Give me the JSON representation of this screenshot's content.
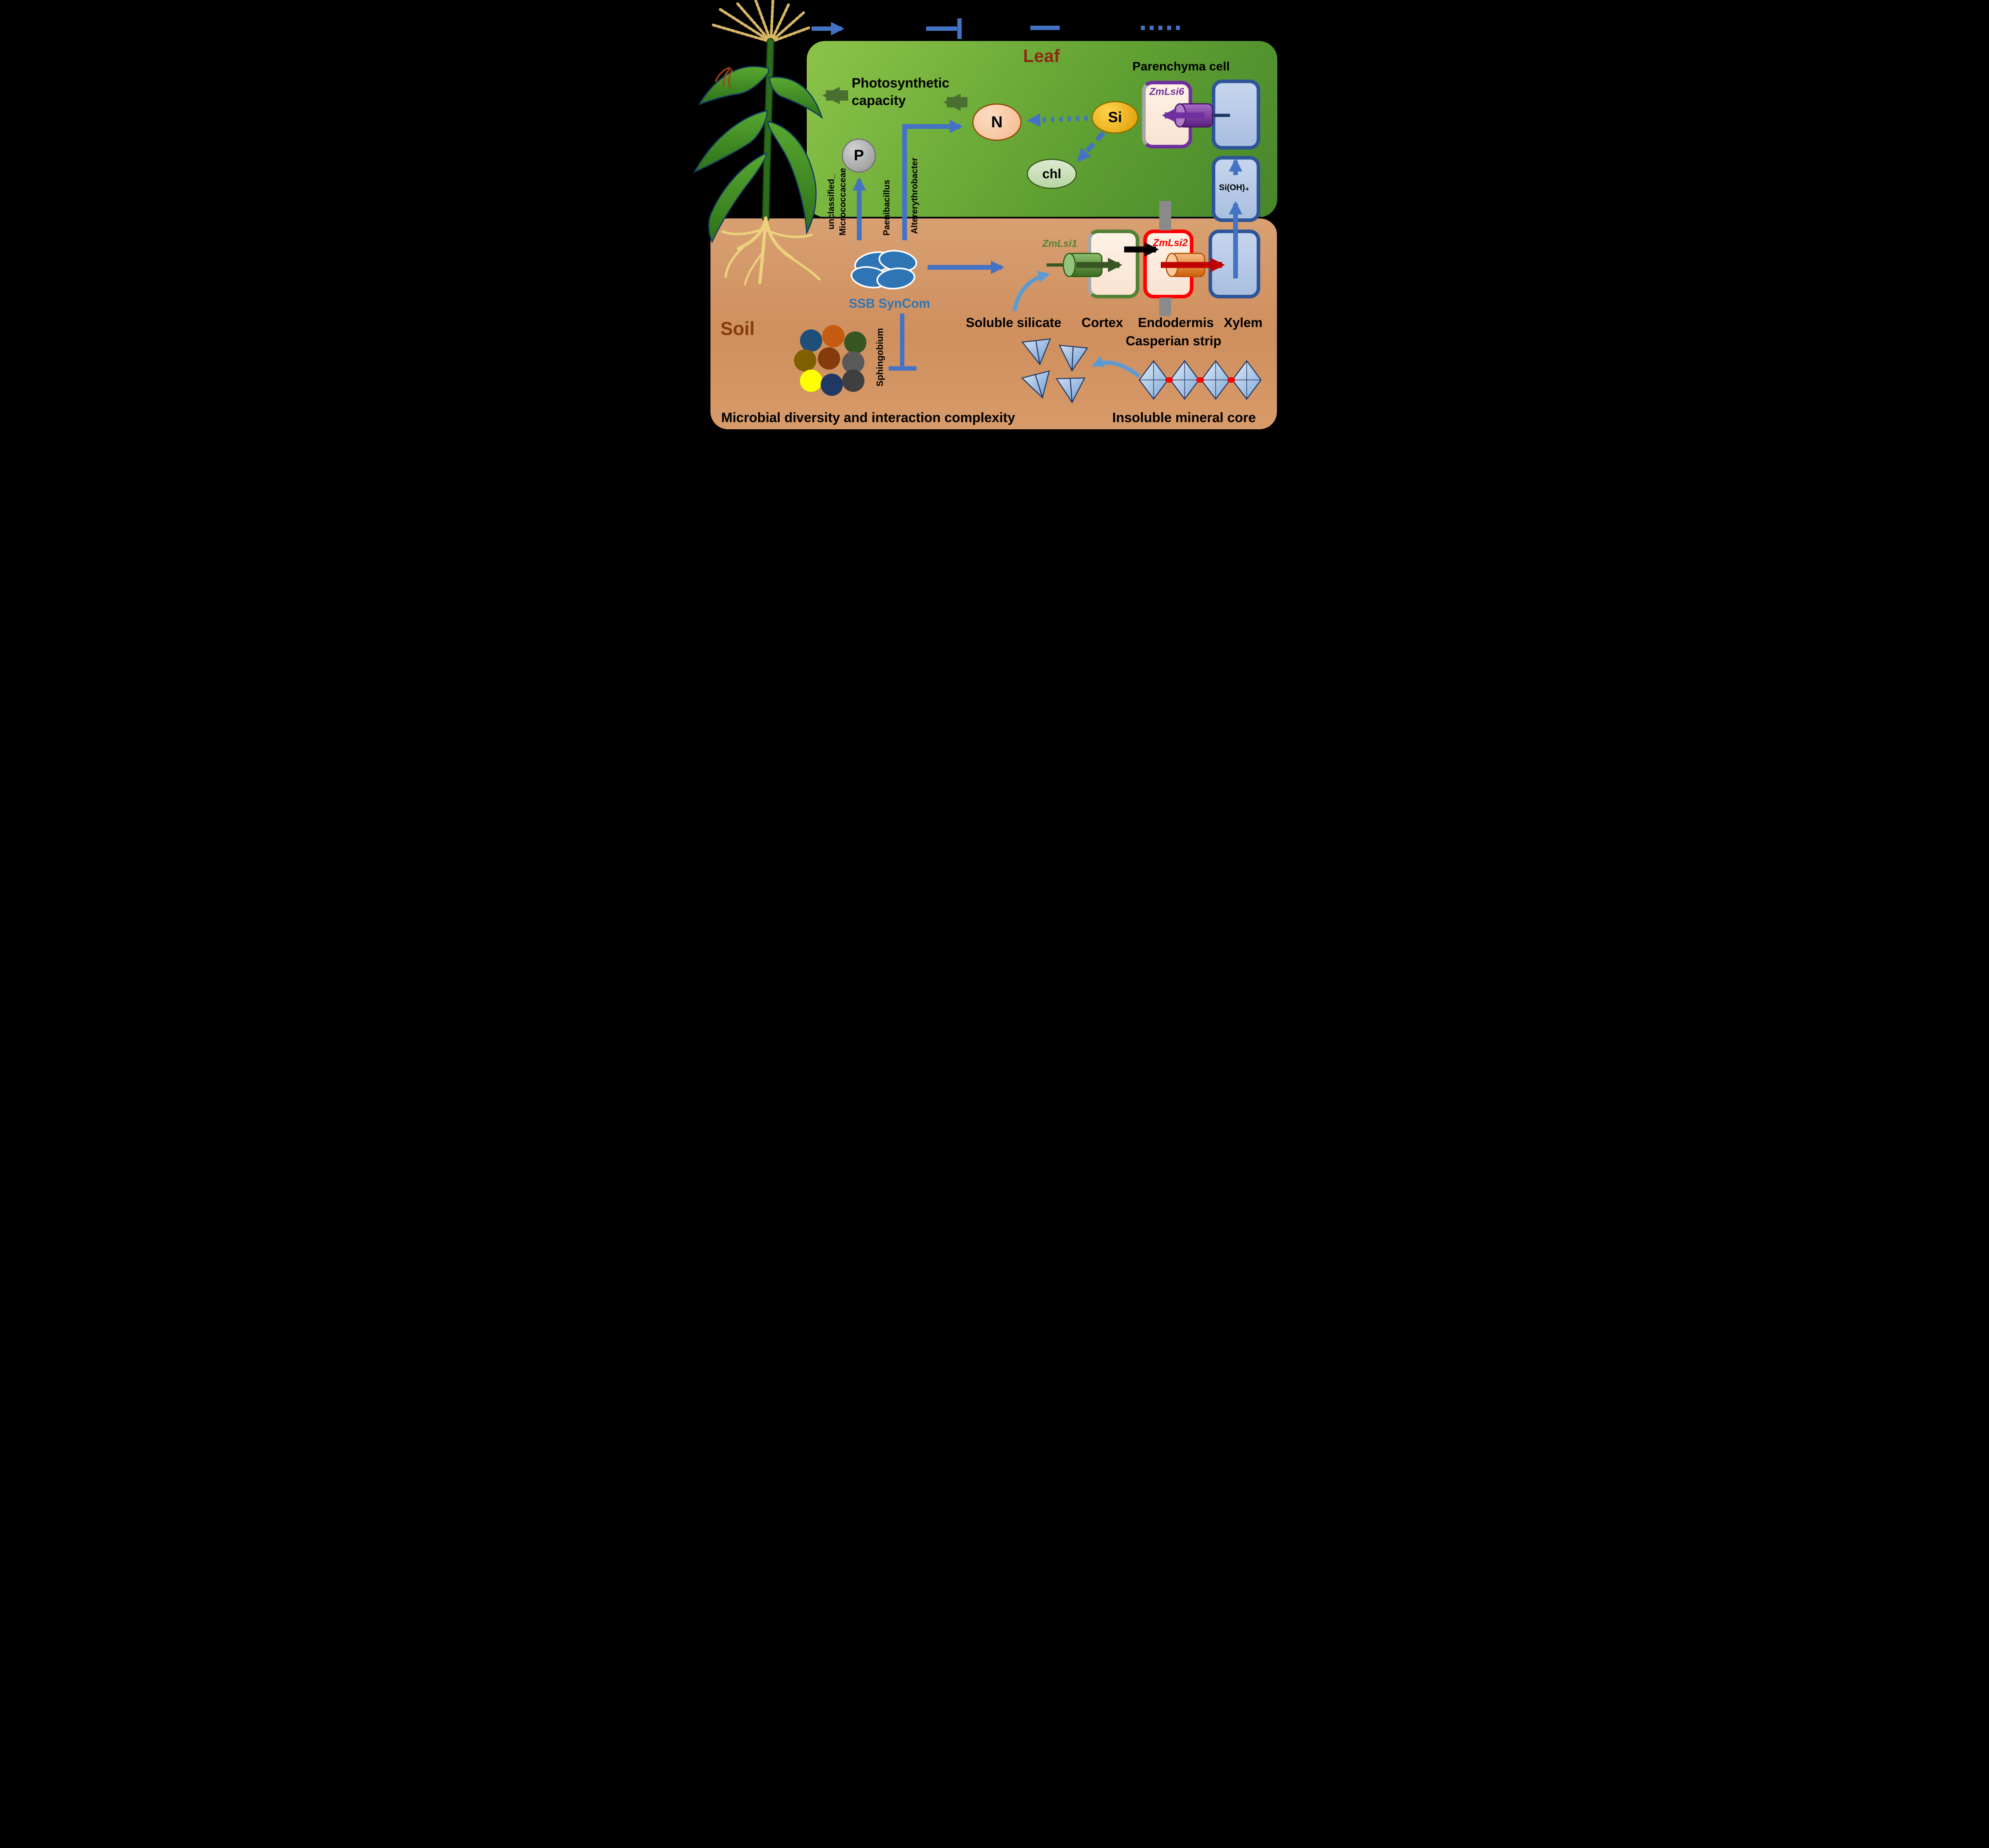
{
  "figure": {
    "leaf": {
      "title": "Leaf",
      "parenchyma_label": "Parenchyma cell",
      "photosynthetic_line1": "Photosynthetic",
      "photosynthetic_line2": "capacity",
      "nitrogen": "N",
      "silicon": "Si",
      "chlorophyll": "chl",
      "phosphorus": "P",
      "zmlsi6": "ZmLsi6",
      "si_oh4": "Si(OH)₄"
    },
    "bacteria": {
      "unclassified_line1": "unclassified_",
      "unclassified_line2": "Micrococcaceae",
      "paenibacillus": "Paenibacillus",
      "altererythrobacter": "Altererythrobacter",
      "sphingobium": "Sphingobium"
    },
    "soil": {
      "title": "Soil",
      "ssb_syncom": "SSB SynCom",
      "soluble_silicate": "Soluble silicate",
      "cortex": "Cortex",
      "endodermis": "Endodermis",
      "xylem": "Xylem",
      "casperian_strip": "Casperian strip",
      "zmlsi1": "ZmLsi1",
      "zmlsi2": "ZmLsi2",
      "microbial_caption": "Microbial diversity and interaction complexity",
      "mineral_caption": "Insoluble mineral core",
      "microbe_colors": [
        "#1f4e79",
        "#c55a11",
        "#375623",
        "#7f6000",
        "#843c0c",
        "#595959",
        "#ffff00",
        "#203864",
        "#3f3f3f"
      ]
    },
    "colors": {
      "leaf_green": "#61a233",
      "soil_tan": "#d29a6a",
      "arrow_blue": "#4472c4",
      "light_blue": "#5b9bd5",
      "purple": "#7030a0",
      "red": "#fe0000",
      "dark_red": "#c00000",
      "dark_green": "#375623",
      "olive_arrow": "#4a7031",
      "gold": "#dd9c00"
    },
    "icons": [
      "promote-arrow-icon",
      "inhibit-bar-icon",
      "dash-line-icon",
      "dotted-line-icon",
      "maize-plant-icon",
      "ssb-syncom-cells-icon",
      "transporter-cylinder-icon",
      "silicate-tetrahedron-icon",
      "mineral-lattice-icon",
      "microbe-dot-icon"
    ]
  }
}
